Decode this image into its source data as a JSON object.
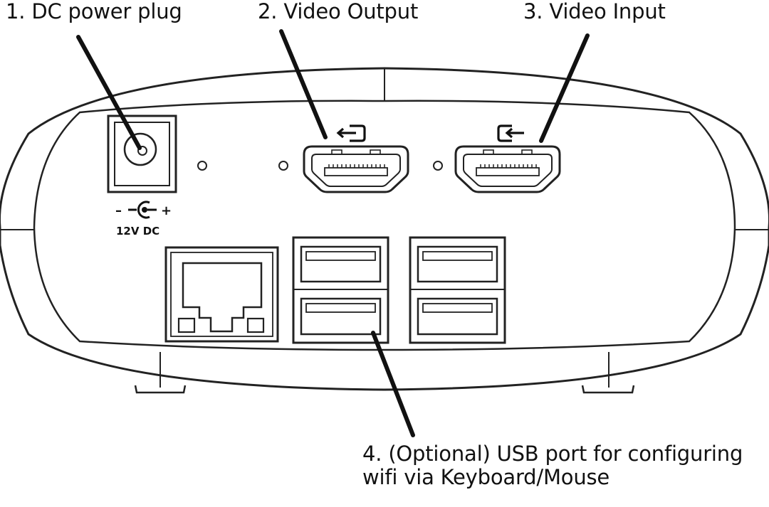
{
  "callouts": [
    {
      "number": "1.",
      "label": "DC power plug"
    },
    {
      "number": "2.",
      "label": "Video Output"
    },
    {
      "number": "3.",
      "label": "Video Input"
    },
    {
      "number": "4.",
      "label_line1": "(Optional) USB port for configuring",
      "label_line2": "wifi via Keyboard/Mouse"
    }
  ],
  "power_marking": {
    "minus": "–",
    "plus": "+",
    "voltage": "12V DC"
  },
  "icons": [
    "dc-polarity-icon",
    "video-output-icon",
    "video-input-icon"
  ],
  "colors": {
    "line": "#111111",
    "outline": "#222222",
    "background": "#ffffff"
  }
}
